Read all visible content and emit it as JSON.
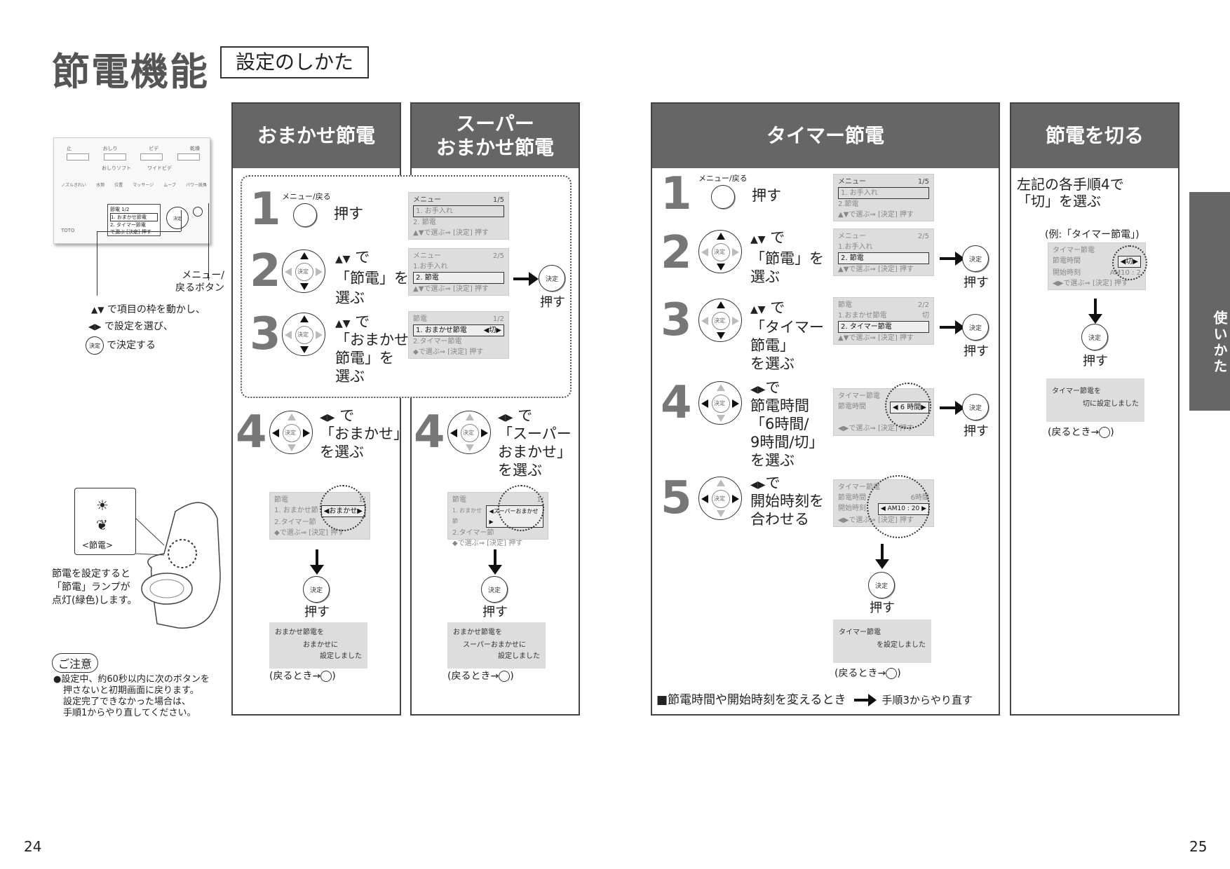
{
  "title": "節電機能",
  "subtitle": "設定のしかた",
  "remote": {
    "buttons_row1": [
      "止",
      "おしり",
      "ビデ",
      "乾燥"
    ],
    "buttons_row2": [
      "おしりソフト",
      "ワイドビデ"
    ],
    "buttons_row3": [
      "ノズルきれい",
      "水勢",
      "位置",
      "マッサージ",
      "ムーブ",
      "パワー脱臭"
    ],
    "lcd_line1": "節電 1/2",
    "lcd_line2": "1. おまかせ節電",
    "lcd_line3": "2. タイマー節電",
    "lcd_line4": "で選ぶ [決定] 押す",
    "brand": "TOTO",
    "menu_label": "メニュー/戻る",
    "center_label": "決定"
  },
  "left_notes": {
    "menu_back_button": "メニュー/\n戻るボタン",
    "updown_note": "で項目の枠を動かし、",
    "leftright_note": "で設定を選び、",
    "decide_note": "で決定する",
    "decide_label": "決定"
  },
  "lamp": {
    "caption": "<節電>",
    "note_line1": "節電を設定すると",
    "note_line2": "「節電」ランプが",
    "note_line3": "点灯(緑色)します。"
  },
  "caution": {
    "title": "ご注意",
    "line1": "●設定中、約60秒以内に次のボタンを",
    "line2": "押さないと初期画面に戻ります。",
    "line3": "設定完了できなかった場合は、",
    "line4": "手順1からやり直してください。"
  },
  "columns": {
    "omakase": {
      "head": "おまかせ節電"
    },
    "super": {
      "head_line1": "スーパー",
      "head_line2": "おまかせ節電"
    },
    "timer": {
      "head": "タイマー節電"
    },
    "off": {
      "head": "節電を切る"
    }
  },
  "shared_steps": {
    "s1_num": "1",
    "s1_small": "メニュー/戻る",
    "s1_text": "押す",
    "s1_lcd": {
      "title": "メニュー",
      "page": "1/5",
      "item1": "1. お手入れ",
      "item2": "2. 節電",
      "hint": "で選ぶ⇒ [決定] 押す"
    },
    "s2_num": "2",
    "s2_text1": "で",
    "s2_text2": "「節電」を",
    "s2_text3": "選ぶ",
    "s2_lcd": {
      "title": "メニュー",
      "page": "2/5",
      "item1": "1.お手入れ",
      "item2": "2. 節電",
      "hint": "で選ぶ⇒ [決定] 押す"
    },
    "s2_push": "押す",
    "s3_num": "3",
    "s3_text1": "で",
    "s3_text2": "「おまかせ",
    "s3_text3": "節電」を",
    "s3_text4": "選ぶ",
    "s3_lcd": {
      "title": "節電",
      "page": "1/2",
      "item1": "1. おまかせ節電",
      "val": "◀切▶",
      "item2": "2.タイマー節電",
      "hint": "で選ぶ⇒ [決定] 押す"
    }
  },
  "omakase_s4": {
    "num": "4",
    "text1": "で",
    "text2": "「おまかせ」",
    "text3": "を選ぶ",
    "lcd": {
      "title": "節電",
      "page": "1/",
      "item1": "1. おまかせ節",
      "val": "◀おまかせ▶",
      "item2": "2.タイマー節",
      "hint": "で選ぶ⇒ [決定] 押す"
    },
    "push": "押す",
    "result1": "おまかせ節電を",
    "result2": "おまかせに",
    "result3": "設定しました",
    "back": "(戻るとき→",
    "back_end": ")"
  },
  "super_s4": {
    "num": "4",
    "text1": "で",
    "text2": "「スーパー",
    "text3": "おまかせ」",
    "text4": "を選ぶ",
    "lcd": {
      "title": "節電",
      "page": "1/",
      "item1": "1. おまかせ節",
      "val": "◀スーパーおまかせ▶",
      "item2": "2.タイマー節",
      "hint": "で選ぶ⇒ [決定] 押す"
    },
    "push": "押す",
    "result1": "おまかせ節電を",
    "result2": "スーパーおまかせに",
    "result3": "設定しました",
    "back": "(戻るとき→",
    "back_end": ")"
  },
  "timer_steps": {
    "s1_num": "1",
    "s1_small": "メニュー/戻る",
    "s1_text": "押す",
    "s1_lcd": {
      "title": "メニュー",
      "page": "1/5",
      "item1": "1. お手入れ",
      "item2": "2.節電",
      "hint": "で選ぶ⇒ [決定] 押す"
    },
    "s2_num": "2",
    "s2_text1": "で",
    "s2_text2": "「節電」を",
    "s2_text3": "選ぶ",
    "s2_lcd": {
      "title": "メニュー",
      "page": "2/5",
      "item1": "1.お手入れ",
      "item2": "2. 節電",
      "hint": "で選ぶ⇒ [決定] 押す"
    },
    "s2_push": "押す",
    "s3_num": "3",
    "s3_text1": "で",
    "s3_text2": "「タイマー",
    "s3_text3": "節電」",
    "s3_text4": "を選ぶ",
    "s3_lcd": {
      "title": "節電",
      "page": "2/2",
      "item1": "1.おまかせ節電",
      "val": "切",
      "item2": "2. タイマー節電",
      "hint": "で選ぶ⇒ [決定] 押す"
    },
    "s3_push": "押す",
    "s4_num": "4",
    "s4_text1": "で",
    "s4_text2": "節電時間",
    "s4_text3": "「6時間/",
    "s4_text4": "9時間/切」",
    "s4_text5": "を選ぶ",
    "s4_lcd": {
      "title": "タイマー節電",
      "item1": "節電時間",
      "val": "◀ 6 時間▶",
      "hint": "で選ぶ⇒ [決定] 押す"
    },
    "s4_push": "押す",
    "s5_num": "5",
    "s5_text1": "で",
    "s5_text2": "開始時刻を",
    "s5_text3": "合わせる",
    "s5_lcd": {
      "title": "タイマー節電",
      "item1": "節電時間",
      "val1": "6時間",
      "item2": "開始時刻",
      "val2": "◀ AM10 : 20 ▶",
      "hint": "で選ぶ⇒ [決定] 押す"
    },
    "push": "押す",
    "result1": "タイマー節電",
    "result2": "を設定しました",
    "back": "(戻るとき→",
    "back_end": ")",
    "footer": "■節電時間や開始時刻を変えるとき",
    "footer_tail": "手順3からやり直す"
  },
  "off_steps": {
    "line1": "左記の各手順4で",
    "line2": "「切」を選ぶ",
    "example": "(例:「タイマー節電」)",
    "lcd": {
      "title": "タイマー節電",
      "item1": "節電時間",
      "val1": "◀切▶",
      "item2": "開始時刻",
      "val2": "AM10 : 2",
      "hint": "で選ぶ⇒ [決定] 押す"
    },
    "push": "押す",
    "result1": "タイマー節電を",
    "result2": "切に設定しました",
    "back": "(戻るとき→",
    "back_end": ")"
  },
  "decide_label": "決定",
  "side_tab": "使いかた",
  "page_left": "24",
  "page_right": "25"
}
